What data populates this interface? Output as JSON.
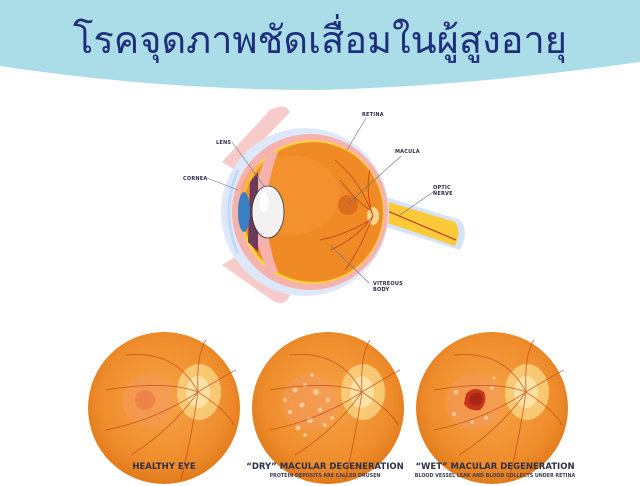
{
  "header": {
    "title": "โรคจุดภาพชัดเสื่อมในผู้สูงอายุ",
    "banner_color": "#aadde8",
    "title_color": "#1f2f7c"
  },
  "eye_diagram": {
    "labels": {
      "lens": "LENS",
      "cornea": "CORNEA",
      "retina": "RETINA",
      "macula": "MACULA",
      "optic_nerve_line1": "OPTIC",
      "optic_nerve_line2": "NERVE",
      "vitreous_line1": "VITREOUS",
      "vitreous_line2": "BODY"
    },
    "colors": {
      "eyeball": "#f08a25",
      "optic_nerve": "#fbc93a",
      "sclera_outer": "#d5e3f8",
      "choroid": "#f6b3ad",
      "lens": "#f2f2f2",
      "iris": "#3a7fc1"
    }
  },
  "fundus_panels": [
    {
      "title": "HEALTHY EYE",
      "subtitle": ""
    },
    {
      "title": "“DRY” MACULAR DEGENERATION",
      "subtitle": "PROTEIN DEPOSITS ARE CALLED DRUSEN"
    },
    {
      "title": "“WET” MACULAR DEGENERATION",
      "subtitle": "BLOOD VESSEL LEAK AND BLOOD COLLECTS UNDER RETINA"
    }
  ]
}
